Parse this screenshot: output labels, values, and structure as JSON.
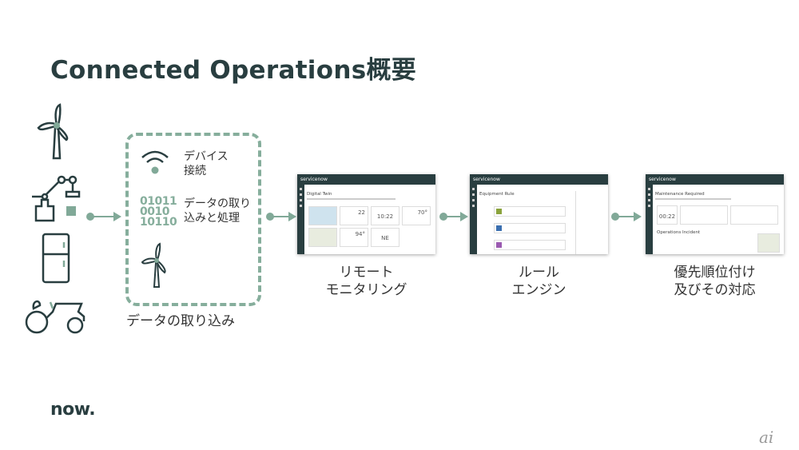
{
  "title": "Connected Operations概要",
  "sources": {
    "icons": [
      "wind-turbine",
      "robot-arm",
      "refrigerator",
      "tractor"
    ]
  },
  "ingest": {
    "items": [
      {
        "icon": "wifi",
        "label_1": "デバイス",
        "label_2": "接続"
      },
      {
        "icon": "binary",
        "binary": [
          "01011",
          "0010",
          "10110"
        ],
        "label_1": "データの取り",
        "label_2": "込みと処理"
      },
      {
        "icon": "wind-turbine"
      }
    ],
    "caption": "データの取り込み"
  },
  "steps": [
    {
      "caption_1": "リモート",
      "caption_2": "モニタリング",
      "screen": {
        "brand": "servicenow",
        "title": "Digital Twin",
        "values": [
          "22",
          "10:22",
          "70°",
          "94°",
          "NE"
        ]
      }
    },
    {
      "caption_1": "ルール",
      "caption_2": "エンジン",
      "screen": {
        "brand": "servicenow",
        "title": "Equipment Rule"
      }
    },
    {
      "caption_1": "優先順位付け",
      "caption_2": "及びその対応",
      "screen": {
        "brand": "servicenow",
        "title": "Maintenance Required",
        "timer": "00:22",
        "section": "Operations Incident"
      }
    }
  ],
  "logo": "now.",
  "watermark": "ai",
  "colors": {
    "accent": "#81a998",
    "dark": "#293e40"
  }
}
